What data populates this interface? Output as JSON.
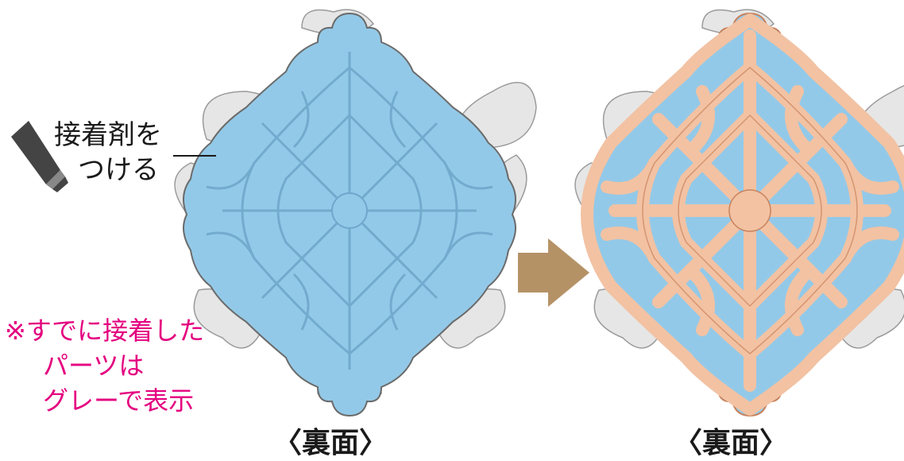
{
  "glue_label": {
    "line1": "接着剤を",
    "line2": "つける"
  },
  "note": {
    "line1": "※すでに接着した",
    "line2": "パーツは",
    "line3": "グレーで表示"
  },
  "captions": {
    "left": "〈裏面〉",
    "right": "〈裏面〉"
  },
  "colors": {
    "blue_fill": "#93c9e8",
    "blue_line": "#6fa8cc",
    "peach_fill": "#f2c2a3",
    "peach_line": "#c9825b",
    "gray_fill": "#e6e6e6",
    "gray_line": "#9a9a9a",
    "arrow": "#b59266",
    "note_text": "#e4007f"
  },
  "icons": {
    "glue_tube": "glue-tube-icon",
    "arrow": "arrow-right-icon"
  }
}
